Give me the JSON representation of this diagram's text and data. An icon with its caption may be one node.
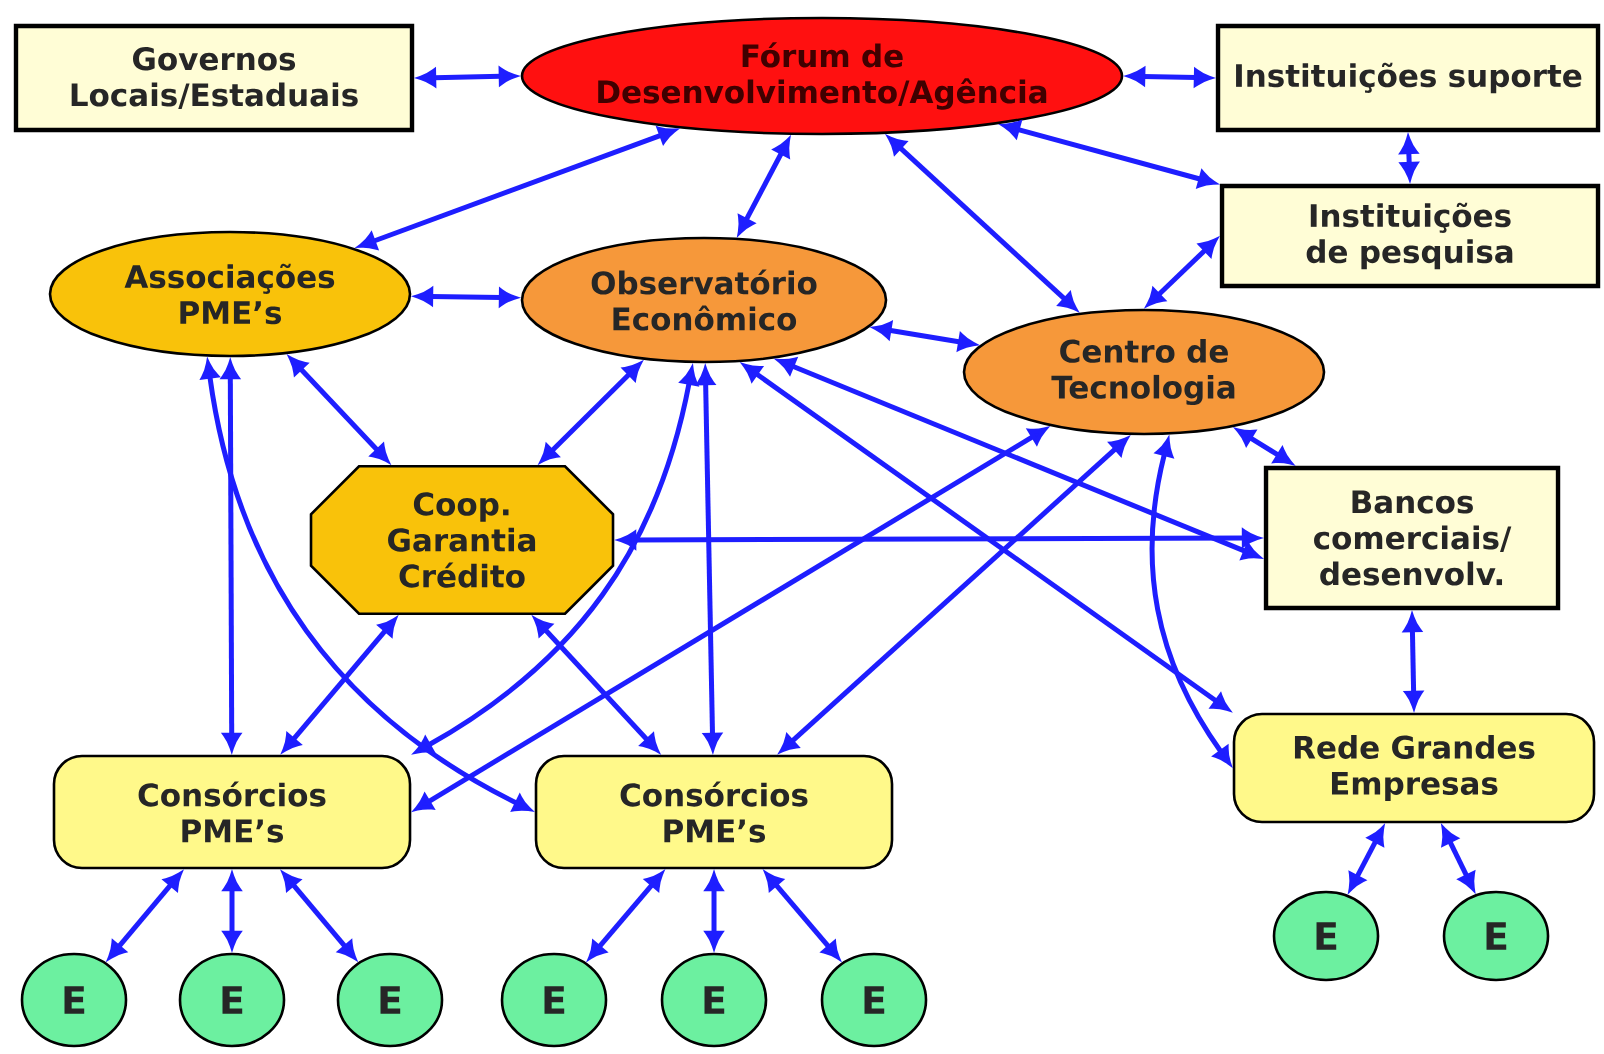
{
  "diagram": {
    "nodes": [
      {
        "text": [
          "Governos Locais/Estaduais"
        ]
      },
      {
        "text": [
          "Fórum de Desenvolvimento/Agência"
        ]
      },
      {
        "text": [
          "Instituições suporte"
        ]
      },
      {
        "text": [
          "Instituições de pesquisa"
        ]
      },
      {
        "text": [
          "Associações PME’s"
        ]
      },
      {
        "text": [
          "Observatório Econômico"
        ]
      },
      {
        "text": [
          "Centro de Tecnologia"
        ]
      },
      {
        "text": [
          "Coop. Garantia Crédito"
        ]
      },
      {
        "text": [
          "Bancos comerciais/ desenvolv."
        ]
      },
      {
        "text": [
          "Consórcios PME’s"
        ]
      },
      {
        "text": [
          "Consórcios PME’s"
        ]
      },
      {
        "text": [
          "Rede Grandes Empresas"
        ]
      },
      {
        "text": [
          "E"
        ]
      },
      {
        "text": [
          "E"
        ]
      },
      {
        "text": [
          "E"
        ]
      },
      {
        "text": [
          "E"
        ]
      },
      {
        "text": [
          "E"
        ]
      },
      {
        "text": [
          "E"
        ]
      },
      {
        "text": [
          "E"
        ]
      },
      {
        "text": [
          "E"
        ]
      }
    ],
    "edges": [
      {
        "from": 0,
        "to": 1,
        "arrow": "both"
      },
      {
        "from": 1,
        "to": 2,
        "arrow": "both"
      },
      {
        "from": 2,
        "to": 3,
        "arrow": "both"
      },
      {
        "from": 1,
        "to": 4,
        "arrow": "both"
      },
      {
        "from": 1,
        "to": 5,
        "arrow": "both"
      },
      {
        "from": 1,
        "to": 6,
        "arrow": "both"
      },
      {
        "from": 1,
        "to": 3,
        "arrow": "both"
      },
      {
        "from": 6,
        "to": 3,
        "arrow": "both"
      },
      {
        "from": 4,
        "to": 5,
        "arrow": "both"
      },
      {
        "from": 5,
        "to": 6,
        "arrow": "both"
      },
      {
        "from": 4,
        "to": 7,
        "arrow": "both"
      },
      {
        "from": 5,
        "to": 7,
        "arrow": "both"
      },
      {
        "from": 6,
        "to": 8,
        "arrow": "both"
      },
      {
        "from": 5,
        "to": 8,
        "arrow": "both"
      },
      {
        "from": 5,
        "to": 11,
        "arrow": "both"
      },
      {
        "from": 5,
        "to": 9,
        "arrow": "both"
      },
      {
        "from": 5,
        "to": 10,
        "arrow": "both"
      },
      {
        "from": 6,
        "to": 9,
        "arrow": "both"
      },
      {
        "from": 6,
        "to": 10,
        "arrow": "both"
      },
      {
        "from": 6,
        "to": 11,
        "arrow": "both"
      },
      {
        "from": 4,
        "to": 9,
        "arrow": "both"
      },
      {
        "from": 4,
        "to": 10,
        "arrow": "both"
      },
      {
        "from": 7,
        "to": 9,
        "arrow": "both"
      },
      {
        "from": 7,
        "to": 10,
        "arrow": "both"
      },
      {
        "from": 7,
        "to": 8,
        "arrow": "both"
      },
      {
        "from": 8,
        "to": 11,
        "arrow": "both"
      },
      {
        "from": 9,
        "to": 12,
        "arrow": "both"
      },
      {
        "from": 9,
        "to": 13,
        "arrow": "both"
      },
      {
        "from": 9,
        "to": 14,
        "arrow": "both"
      },
      {
        "from": 10,
        "to": 15,
        "arrow": "both"
      },
      {
        "from": 10,
        "to": 16,
        "arrow": "both"
      },
      {
        "from": 10,
        "to": 17,
        "arrow": "both"
      },
      {
        "from": 11,
        "to": 18,
        "arrow": "both"
      },
      {
        "from": 11,
        "to": 19,
        "arrow": "both"
      }
    ]
  }
}
